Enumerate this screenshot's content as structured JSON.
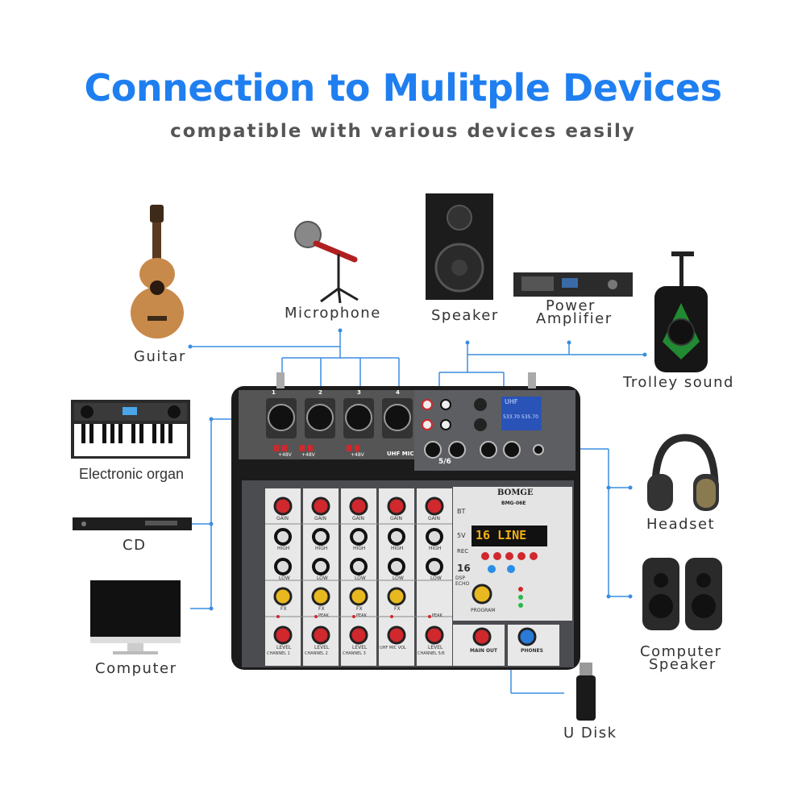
{
  "title": "Connection to Mulitple Devices",
  "subtitle": "compatible with various devices easily",
  "devices": {
    "guitar": "Guitar",
    "microphone": "Microphone",
    "speaker": "Speaker",
    "power_amplifier_line1": "Power",
    "power_amplifier_line2": "Amplifier",
    "trolley": "Trolley sound",
    "organ": "Electronic organ",
    "cd": "CD",
    "computer": "Computer",
    "headset": "Headset",
    "computer_speaker_line1": "Computer",
    "computer_speaker_line2": "Speaker",
    "u_disk": "U Disk"
  },
  "mixer": {
    "brand": "BOMGE",
    "model": "BMG-06E",
    "display_text": "16 LINE",
    "lcd_line1": "UHF",
    "lcd_line2": "533.70 535.70",
    "channel_numbers": [
      "1",
      "2",
      "3",
      "4"
    ],
    "phantom_label": "+48V",
    "uhf_mic": "UHF MIC",
    "ch56": "5/6",
    "knob_labels": {
      "gain": "GAIN",
      "high": "HIGH",
      "low": "LOW",
      "fx": "FX",
      "level": "LEVEL"
    },
    "channel_labels": [
      "CHANNEL 1",
      "CHANNEL 2",
      "CHANNEL 3",
      "UHF MIC VOL",
      "CHANNEL 5/6"
    ],
    "peak": "PEAK",
    "main_out": "MAIN OUT",
    "phones": "PHONES",
    "program": "PROGRAM",
    "dsp_echo": "DSP ECHO",
    "sixteen": "16",
    "bt": "BT",
    "five_v": "5V",
    "rec": "REC"
  },
  "colors": {
    "accent_blue": "#1f7ff0",
    "line_blue": "#3a8ee0",
    "knob_red": "#d0282c",
    "knob_yellow": "#e8b820"
  }
}
